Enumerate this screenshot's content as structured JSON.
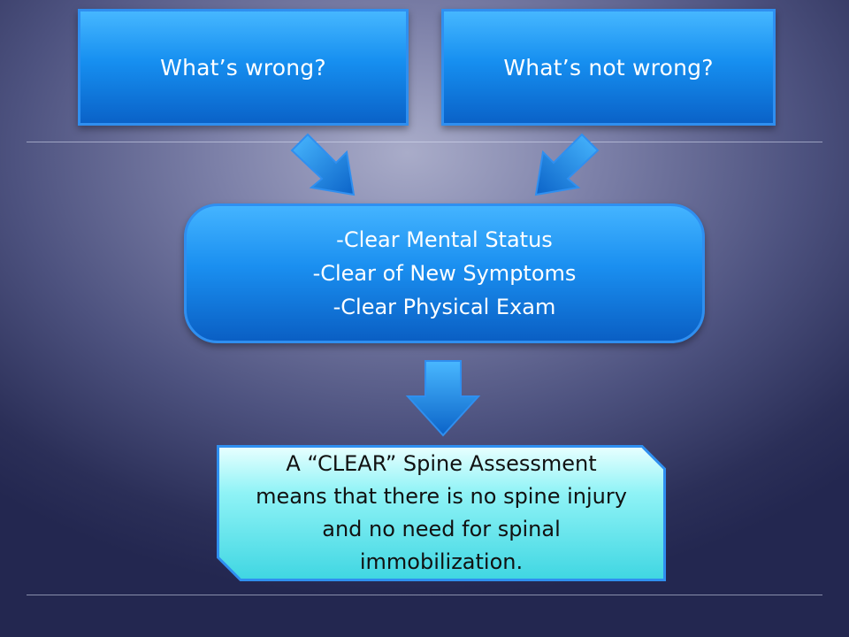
{
  "top_boxes": {
    "left_label": "What’s wrong?",
    "right_label": "What’s not wrong?"
  },
  "middle_box": {
    "lines": [
      "-Clear Mental Status",
      "-Clear of New Symptoms",
      "-Clear Physical Exam"
    ]
  },
  "result_box": {
    "lines": [
      "A “CLEAR” Spine Assessment",
      "means that there is no spine injury",
      "and no need for spinal",
      "immobilization."
    ]
  },
  "colors": {
    "box_blue": "#1a8ff0",
    "box_border": "#2f8ff0",
    "result_cyan": "#5de6ee",
    "background_dark": "#2b2f58"
  }
}
